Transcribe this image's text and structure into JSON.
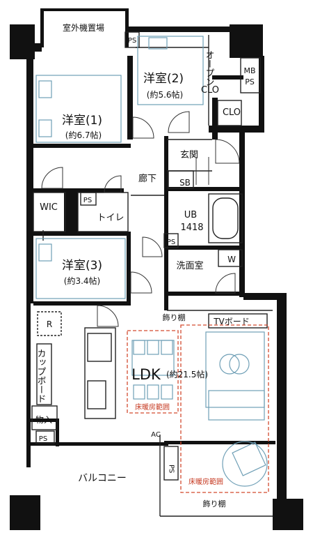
{
  "labels": {
    "outdoor_unit": "室外機置場",
    "ps": "PS",
    "bedroom2_name": "洋室(2)",
    "bedroom2_size": "(約5.6帖)",
    "open_clo_1": "オープン",
    "open_clo_2": "CLO",
    "mb": "MB",
    "clo": "CLO",
    "bedroom1_name": "洋室(1)",
    "bedroom1_size": "(約6.7帖)",
    "entrance": "玄関",
    "hallway": "廊下",
    "sb": "SB",
    "wic": "WIC",
    "toilet": "トイレ",
    "ub_1": "UB",
    "ub_2": "1418",
    "bedroom3_name": "洋室(3)",
    "bedroom3_size": "(約3.4帖)",
    "washroom": "洗面室",
    "w": "W",
    "decor_shelf": "飾り棚",
    "tv_board": "TVボード",
    "r": "R",
    "cupboard": "カップボード",
    "ldk": "LDK",
    "ldk_size": "(約21.5帖)",
    "floor_heating": "床暖房範囲",
    "storage": "物入",
    "ac": "AC",
    "balcony": "バルコニー"
  }
}
